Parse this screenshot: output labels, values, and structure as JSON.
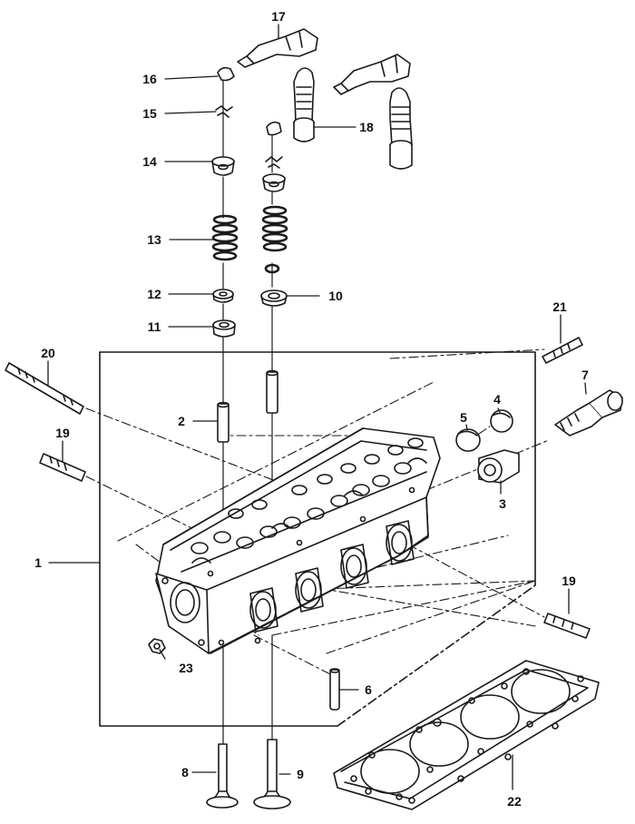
{
  "callouts": {
    "c1": "1",
    "c2": "2",
    "c3": "3",
    "c4": "4",
    "c5": "5",
    "c6": "6",
    "c7": "7",
    "c8": "8",
    "c9": "9",
    "c10": "10",
    "c11": "11",
    "c12": "12",
    "c13": "13",
    "c14": "14",
    "c15": "15",
    "c16": "16",
    "c17": "17",
    "c18": "18",
    "c19a": "19",
    "c19b": "19",
    "c20": "20",
    "c21": "21",
    "c22": "22",
    "c23": "23"
  },
  "colors": {
    "ink": "#1a1a1a",
    "paper": "#ffffff"
  }
}
